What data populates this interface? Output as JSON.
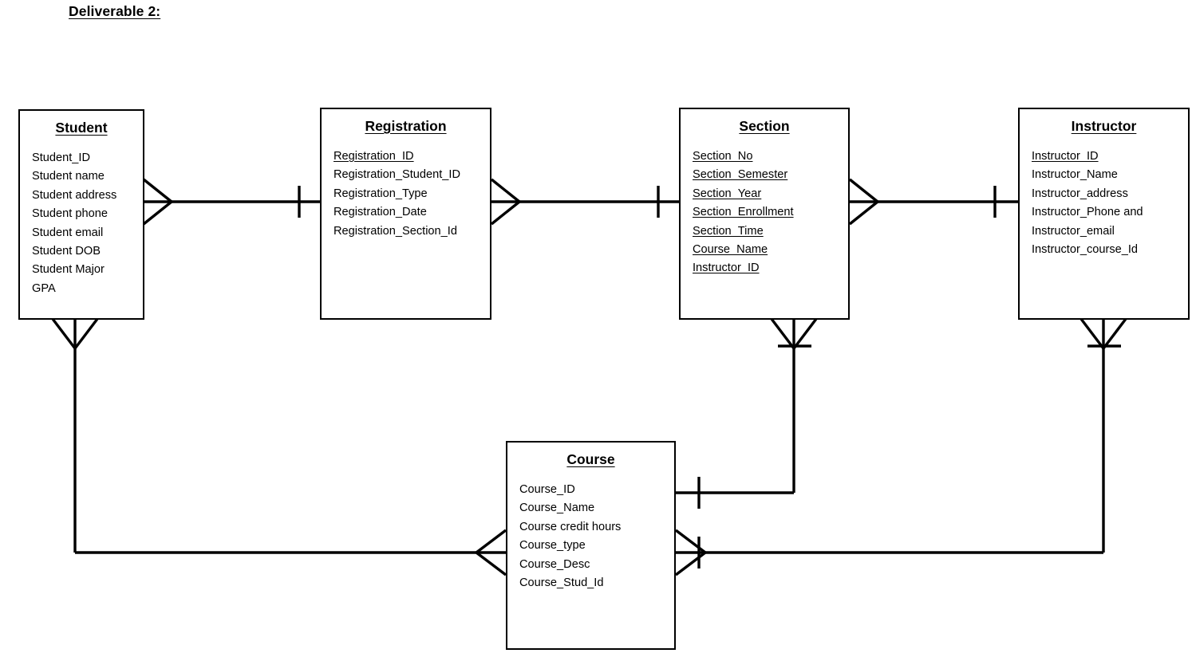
{
  "page": {
    "title": "Deliverable 2:"
  },
  "diagram": {
    "type": "entity-relationship-diagram",
    "notation": "crows-foot",
    "entities": [
      {
        "id": "student",
        "name": "Student",
        "attributes": [
          {
            "label": "Student_ID",
            "key": false
          },
          {
            "label": "Student name",
            "key": false
          },
          {
            "label": "Student address",
            "key": false
          },
          {
            "label": "Student phone",
            "key": false
          },
          {
            "label": "Student email",
            "key": false
          },
          {
            "label": "Student DOB",
            "key": false
          },
          {
            "label": "Student Major",
            "key": false
          },
          {
            "label": "GPA",
            "key": false
          }
        ]
      },
      {
        "id": "registration",
        "name": "Registration",
        "attributes": [
          {
            "label": "Registration_ID",
            "key": true
          },
          {
            "label": "Registration_Student_ID",
            "key": false
          },
          {
            "label": "Registration_Type",
            "key": false
          },
          {
            "label": "Registration_Date",
            "key": false
          },
          {
            "label": "Registration_Section_Id",
            "key": false
          }
        ]
      },
      {
        "id": "section",
        "name": "Section",
        "attributes": [
          {
            "label": "Section_No",
            "key": true
          },
          {
            "label": "Section_Semester",
            "key": true
          },
          {
            "label": "Section_Year",
            "key": true
          },
          {
            "label": "Section_Enrollment",
            "key": true
          },
          {
            "label": "Section_Time",
            "key": true
          },
          {
            "label": "Course_Name",
            "key": true
          },
          {
            "label": "Instructor_ID",
            "key": true
          }
        ]
      },
      {
        "id": "instructor",
        "name": "Instructor",
        "attributes": [
          {
            "label": "Instructor_ID",
            "key": true
          },
          {
            "label": "Instructor_Name",
            "key": false
          },
          {
            "label": "Instructor_address",
            "key": false
          },
          {
            "label": "Instructor_Phone and",
            "key": false
          },
          {
            "label": "Instructor_email",
            "key": false
          },
          {
            "label": "Instructor_course_Id",
            "key": false
          }
        ]
      },
      {
        "id": "course",
        "name": "Course",
        "attributes": [
          {
            "label": "Course_ID",
            "key": false
          },
          {
            "label": "Course_Name",
            "key": false
          },
          {
            "label": "Course credit hours",
            "key": false
          },
          {
            "label": "Course_type",
            "key": false
          },
          {
            "label": "Course_Desc",
            "key": false
          },
          {
            "label": "Course_Stud_Id",
            "key": false
          }
        ]
      }
    ],
    "relationships": [
      {
        "id": "student-registration",
        "from": "student",
        "to": "registration",
        "from_cardinality": "many",
        "to_cardinality": "one"
      },
      {
        "id": "registration-section",
        "from": "registration",
        "to": "section",
        "from_cardinality": "many",
        "to_cardinality": "one"
      },
      {
        "id": "section-instructor",
        "from": "section",
        "to": "instructor",
        "from_cardinality": "many",
        "to_cardinality": "one"
      },
      {
        "id": "student-course",
        "from": "student",
        "to": "course",
        "from_cardinality": "many",
        "to_cardinality": "many"
      },
      {
        "id": "section-course",
        "from": "section",
        "to": "course",
        "from_cardinality": "many-one",
        "to_cardinality": "one"
      },
      {
        "id": "instructor-course",
        "from": "instructor",
        "to": "course",
        "from_cardinality": "many-one",
        "to_cardinality": "many-one"
      }
    ]
  },
  "style": {
    "line_color": "#000000",
    "box_border_color": "#000000",
    "background": "#ffffff"
  }
}
